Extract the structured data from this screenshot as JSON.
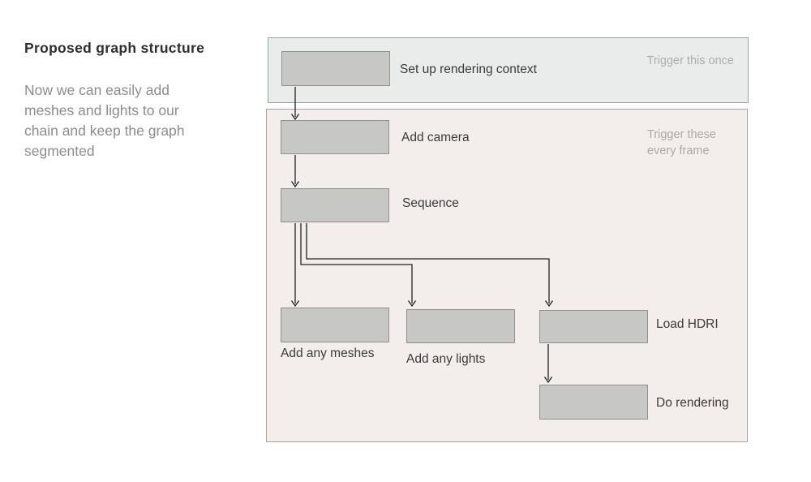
{
  "page": {
    "title": "Proposed graph structure",
    "description": "Now we can easily add meshes and lights to our chain and keep the graph segmented",
    "description_lines": [
      "Now we can easily add",
      "meshes and lights to our",
      "chain and keep the graph",
      "segmented"
    ]
  },
  "diagram": {
    "panels": [
      {
        "id": "setup",
        "note": "Trigger this once"
      },
      {
        "id": "per-frame",
        "note": "Trigger these every frame",
        "note_lines": [
          "Trigger these",
          "every frame"
        ]
      }
    ],
    "nodes": [
      {
        "id": "setup-context",
        "label": "Set up rendering context",
        "panel": "setup"
      },
      {
        "id": "add-camera",
        "label": "Add camera",
        "panel": "per-frame"
      },
      {
        "id": "sequence",
        "label": "Sequence",
        "panel": "per-frame"
      },
      {
        "id": "add-meshes",
        "label": "Add any meshes",
        "panel": "per-frame"
      },
      {
        "id": "add-lights",
        "label": "Add any lights",
        "panel": "per-frame"
      },
      {
        "id": "load-hdri",
        "label": "Load HDRI",
        "panel": "per-frame"
      },
      {
        "id": "do-rendering",
        "label": "Do rendering",
        "panel": "per-frame"
      }
    ],
    "edges": [
      {
        "from": "setup-context",
        "to": "add-camera"
      },
      {
        "from": "add-camera",
        "to": "sequence"
      },
      {
        "from": "sequence",
        "to": "add-meshes"
      },
      {
        "from": "sequence",
        "to": "add-lights"
      },
      {
        "from": "sequence",
        "to": "load-hdri"
      },
      {
        "from": "load-hdri",
        "to": "do-rendering"
      }
    ],
    "colors": {
      "setup_panel_bg": "#e9eceb",
      "setup_panel_border": "#9da4a2",
      "frame_panel_bg": "#f3eeec",
      "frame_panel_border": "#a8a19e",
      "node_fill": "#c7c8c6",
      "node_border": "#8f918f",
      "arrow": "#222222",
      "title_text": "#2e2e2e",
      "body_text": "#8c8c8c",
      "label_text": "#3b3b3b",
      "note_once_text": "#a8aeae",
      "note_frame_text": "#aea7a4"
    }
  }
}
